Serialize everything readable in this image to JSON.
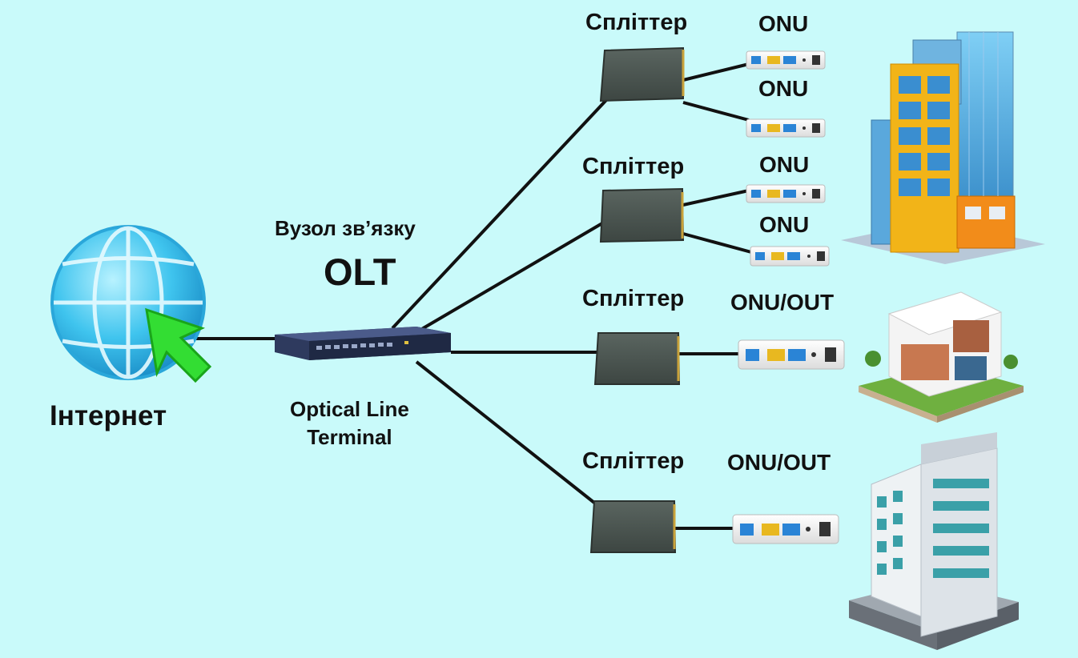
{
  "internet": {
    "label": "Інтернет",
    "icon": "globe-cursor-icon"
  },
  "olt": {
    "node_label": "Вузол зв’язку",
    "title": "OLT",
    "full_name_line1": "Optical Line",
    "full_name_line2": "Terminal"
  },
  "splitters": [
    {
      "label": "Спліттер",
      "onus": [
        "ONU",
        "ONU"
      ]
    },
    {
      "label": "Спліттер",
      "onus": [
        "ONU",
        "ONU"
      ]
    },
    {
      "label": "Спліттер",
      "onus": [
        "ONU/OUT"
      ]
    },
    {
      "label": "Спліттер",
      "onus": [
        "ONU/OUT"
      ]
    }
  ],
  "buildings": [
    "skyscraper-icon",
    "house-icon",
    "office-building-icon"
  ],
  "colors": {
    "background": "#c9fafa",
    "globe": "#3fc4ee",
    "cursor": "#33dd33",
    "splitter": "#4a5450",
    "olt_body": "#2e3a5e",
    "cable": "#111111"
  }
}
